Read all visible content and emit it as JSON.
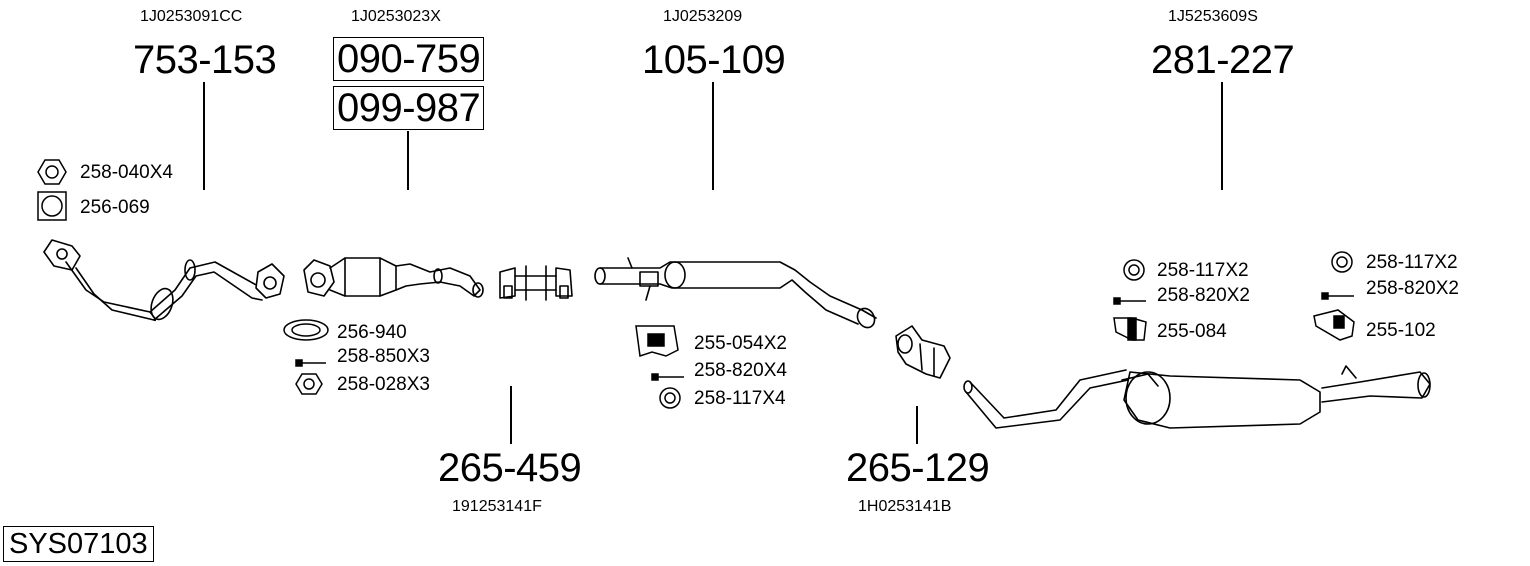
{
  "diagram": {
    "system_code": "SYS07103",
    "groups": [
      {
        "oem": "1J0253091CC",
        "part": "753-153"
      },
      {
        "oem": "1J0253023X",
        "parts": [
          "090-759",
          "099-987"
        ]
      },
      {
        "oem": "1J0253209",
        "part": "105-109"
      },
      {
        "oem": "1J5253609S",
        "part": "281-227"
      },
      {
        "oem": "191253141F",
        "part": "265-459"
      },
      {
        "oem": "1H0253141B",
        "part": "265-129"
      }
    ],
    "accessories": [
      {
        "label": "258-040X4",
        "icon": "nut-icon"
      },
      {
        "label": "256-069",
        "icon": "gasket-icon"
      },
      {
        "label": "256-940",
        "icon": "ring-gasket-icon"
      },
      {
        "label": "258-850X3",
        "icon": "bolt-icon"
      },
      {
        "label": "258-028X3",
        "icon": "nut-icon"
      },
      {
        "label": "255-054X2",
        "icon": "rubber-mount-icon"
      },
      {
        "label": "258-820X4",
        "icon": "bolt-icon"
      },
      {
        "label": "258-117X4",
        "icon": "washer-icon"
      },
      {
        "label": "258-117X2",
        "icon": "washer-icon"
      },
      {
        "label": "258-820X2",
        "icon": "bolt-icon"
      },
      {
        "label": "255-084",
        "icon": "bracket-icon"
      },
      {
        "label": "258-117X2",
        "icon": "washer-icon"
      },
      {
        "label": "258-820X2",
        "icon": "bolt-icon"
      },
      {
        "label": "255-102",
        "icon": "bracket-icon"
      }
    ]
  }
}
